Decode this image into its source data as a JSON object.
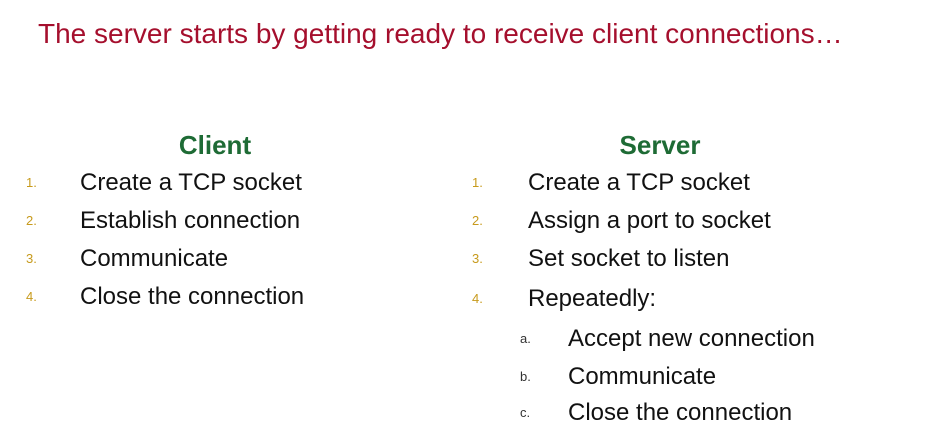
{
  "title": "The server starts by getting ready to receive client connections…",
  "client": {
    "heading": "Client",
    "steps": [
      {
        "num": "1.",
        "text": "Create a TCP socket"
      },
      {
        "num": "2.",
        "text": "Establish connection"
      },
      {
        "num": "3.",
        "text": "Communicate"
      },
      {
        "num": "4.",
        "text": "Close the connection"
      }
    ]
  },
  "server": {
    "heading": "Server",
    "steps": [
      {
        "num": "1.",
        "text": "Create a TCP socket"
      },
      {
        "num": "2.",
        "text": "Assign a port to socket"
      },
      {
        "num": "3.",
        "text": "Set socket to listen"
      },
      {
        "num": "4.",
        "text": "Repeatedly:"
      }
    ],
    "substeps": [
      {
        "num": "a.",
        "text": "Accept new connection"
      },
      {
        "num": "b.",
        "text": "Communicate"
      },
      {
        "num": "c.",
        "text": "Close the connection"
      }
    ]
  },
  "colors": {
    "title": "#a50f2d",
    "heading": "#1e6b35",
    "number": "#c79a1c"
  }
}
